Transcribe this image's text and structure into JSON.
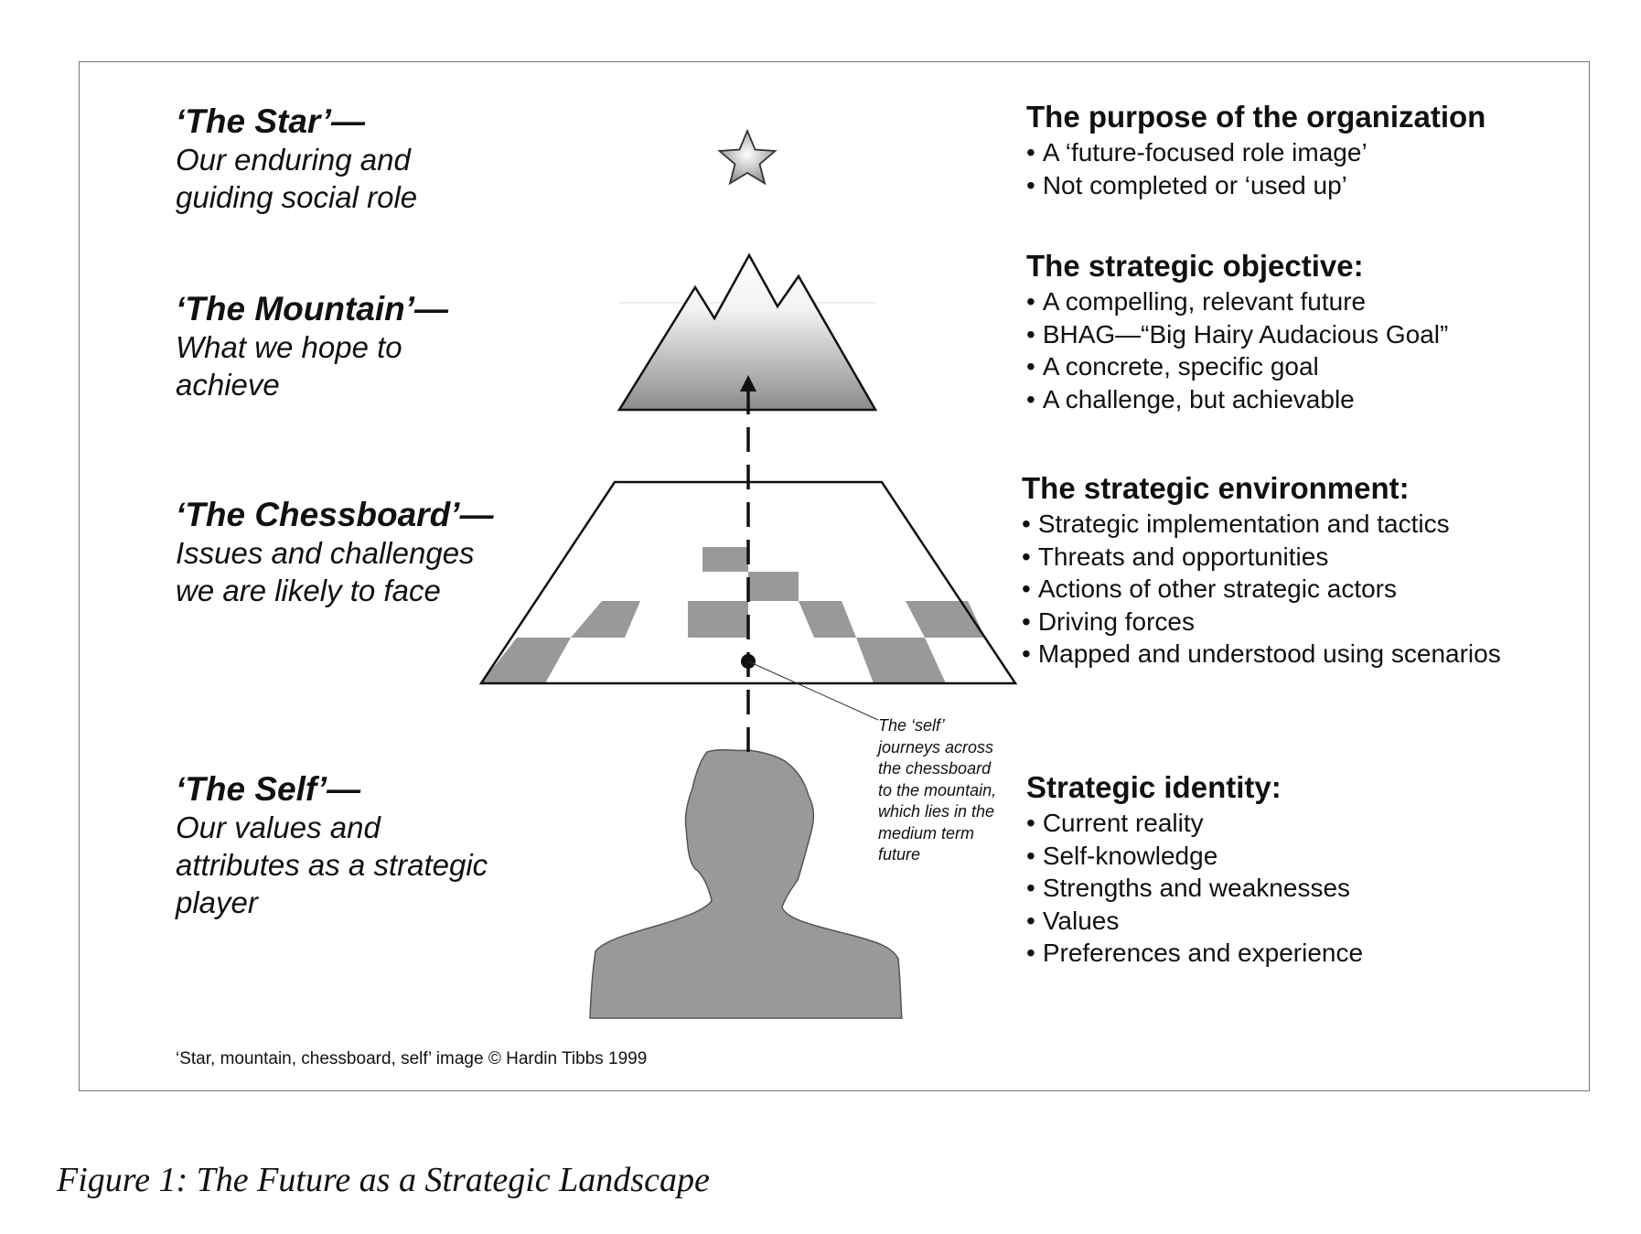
{
  "levels": [
    {
      "title": "‘The Star’—",
      "desc": [
        "Our enduring and",
        "guiding social role"
      ]
    },
    {
      "title": "‘The Mountain’—",
      "desc": [
        "What we hope to",
        "achieve"
      ]
    },
    {
      "title": "‘The Chessboard’—",
      "desc": [
        "Issues and challenges",
        "we are likely to face"
      ]
    },
    {
      "title": "‘The Self’—",
      "desc": [
        "Our values and",
        "attributes as a strategic",
        "player"
      ]
    }
  ],
  "right": [
    {
      "heading": "The purpose of the organization",
      "items": [
        "A ‘future-focused role image’",
        "Not completed or ‘used up’"
      ]
    },
    {
      "heading": "The strategic objective:",
      "items": [
        "A compelling, relevant future",
        "BHAG—“Big Hairy Audacious Goal”",
        "A concrete, specific goal",
        "A challenge, but achievable"
      ]
    },
    {
      "heading": "The strategic environment:",
      "items": [
        "Strategic implementation and tactics",
        "Threats and opportunities",
        "Actions of other strategic actors",
        "Driving forces",
        "Mapped and understood using scenarios"
      ]
    },
    {
      "heading": "Strategic identity:",
      "items": [
        "Current reality",
        "Self-knowledge",
        "Strengths and weaknesses",
        "Values",
        "Preferences and experience"
      ]
    }
  ],
  "annotation": [
    "The ‘self’",
    "journeys across",
    "the chessboard",
    "to the mountain,",
    "which lies in the",
    "medium term",
    "future"
  ],
  "copyright": "‘Star, mountain, chessboard, self’ image © Hardin Tibbs 1999",
  "caption": "Figure 1: The Future as a Strategic Landscape",
  "icons": [
    "star-icon",
    "mountain-icon",
    "chessboard-icon",
    "person-silhouette-icon"
  ],
  "colors": {
    "fill_gray": "#999999",
    "stroke": "#111111",
    "frame": "#777777"
  }
}
